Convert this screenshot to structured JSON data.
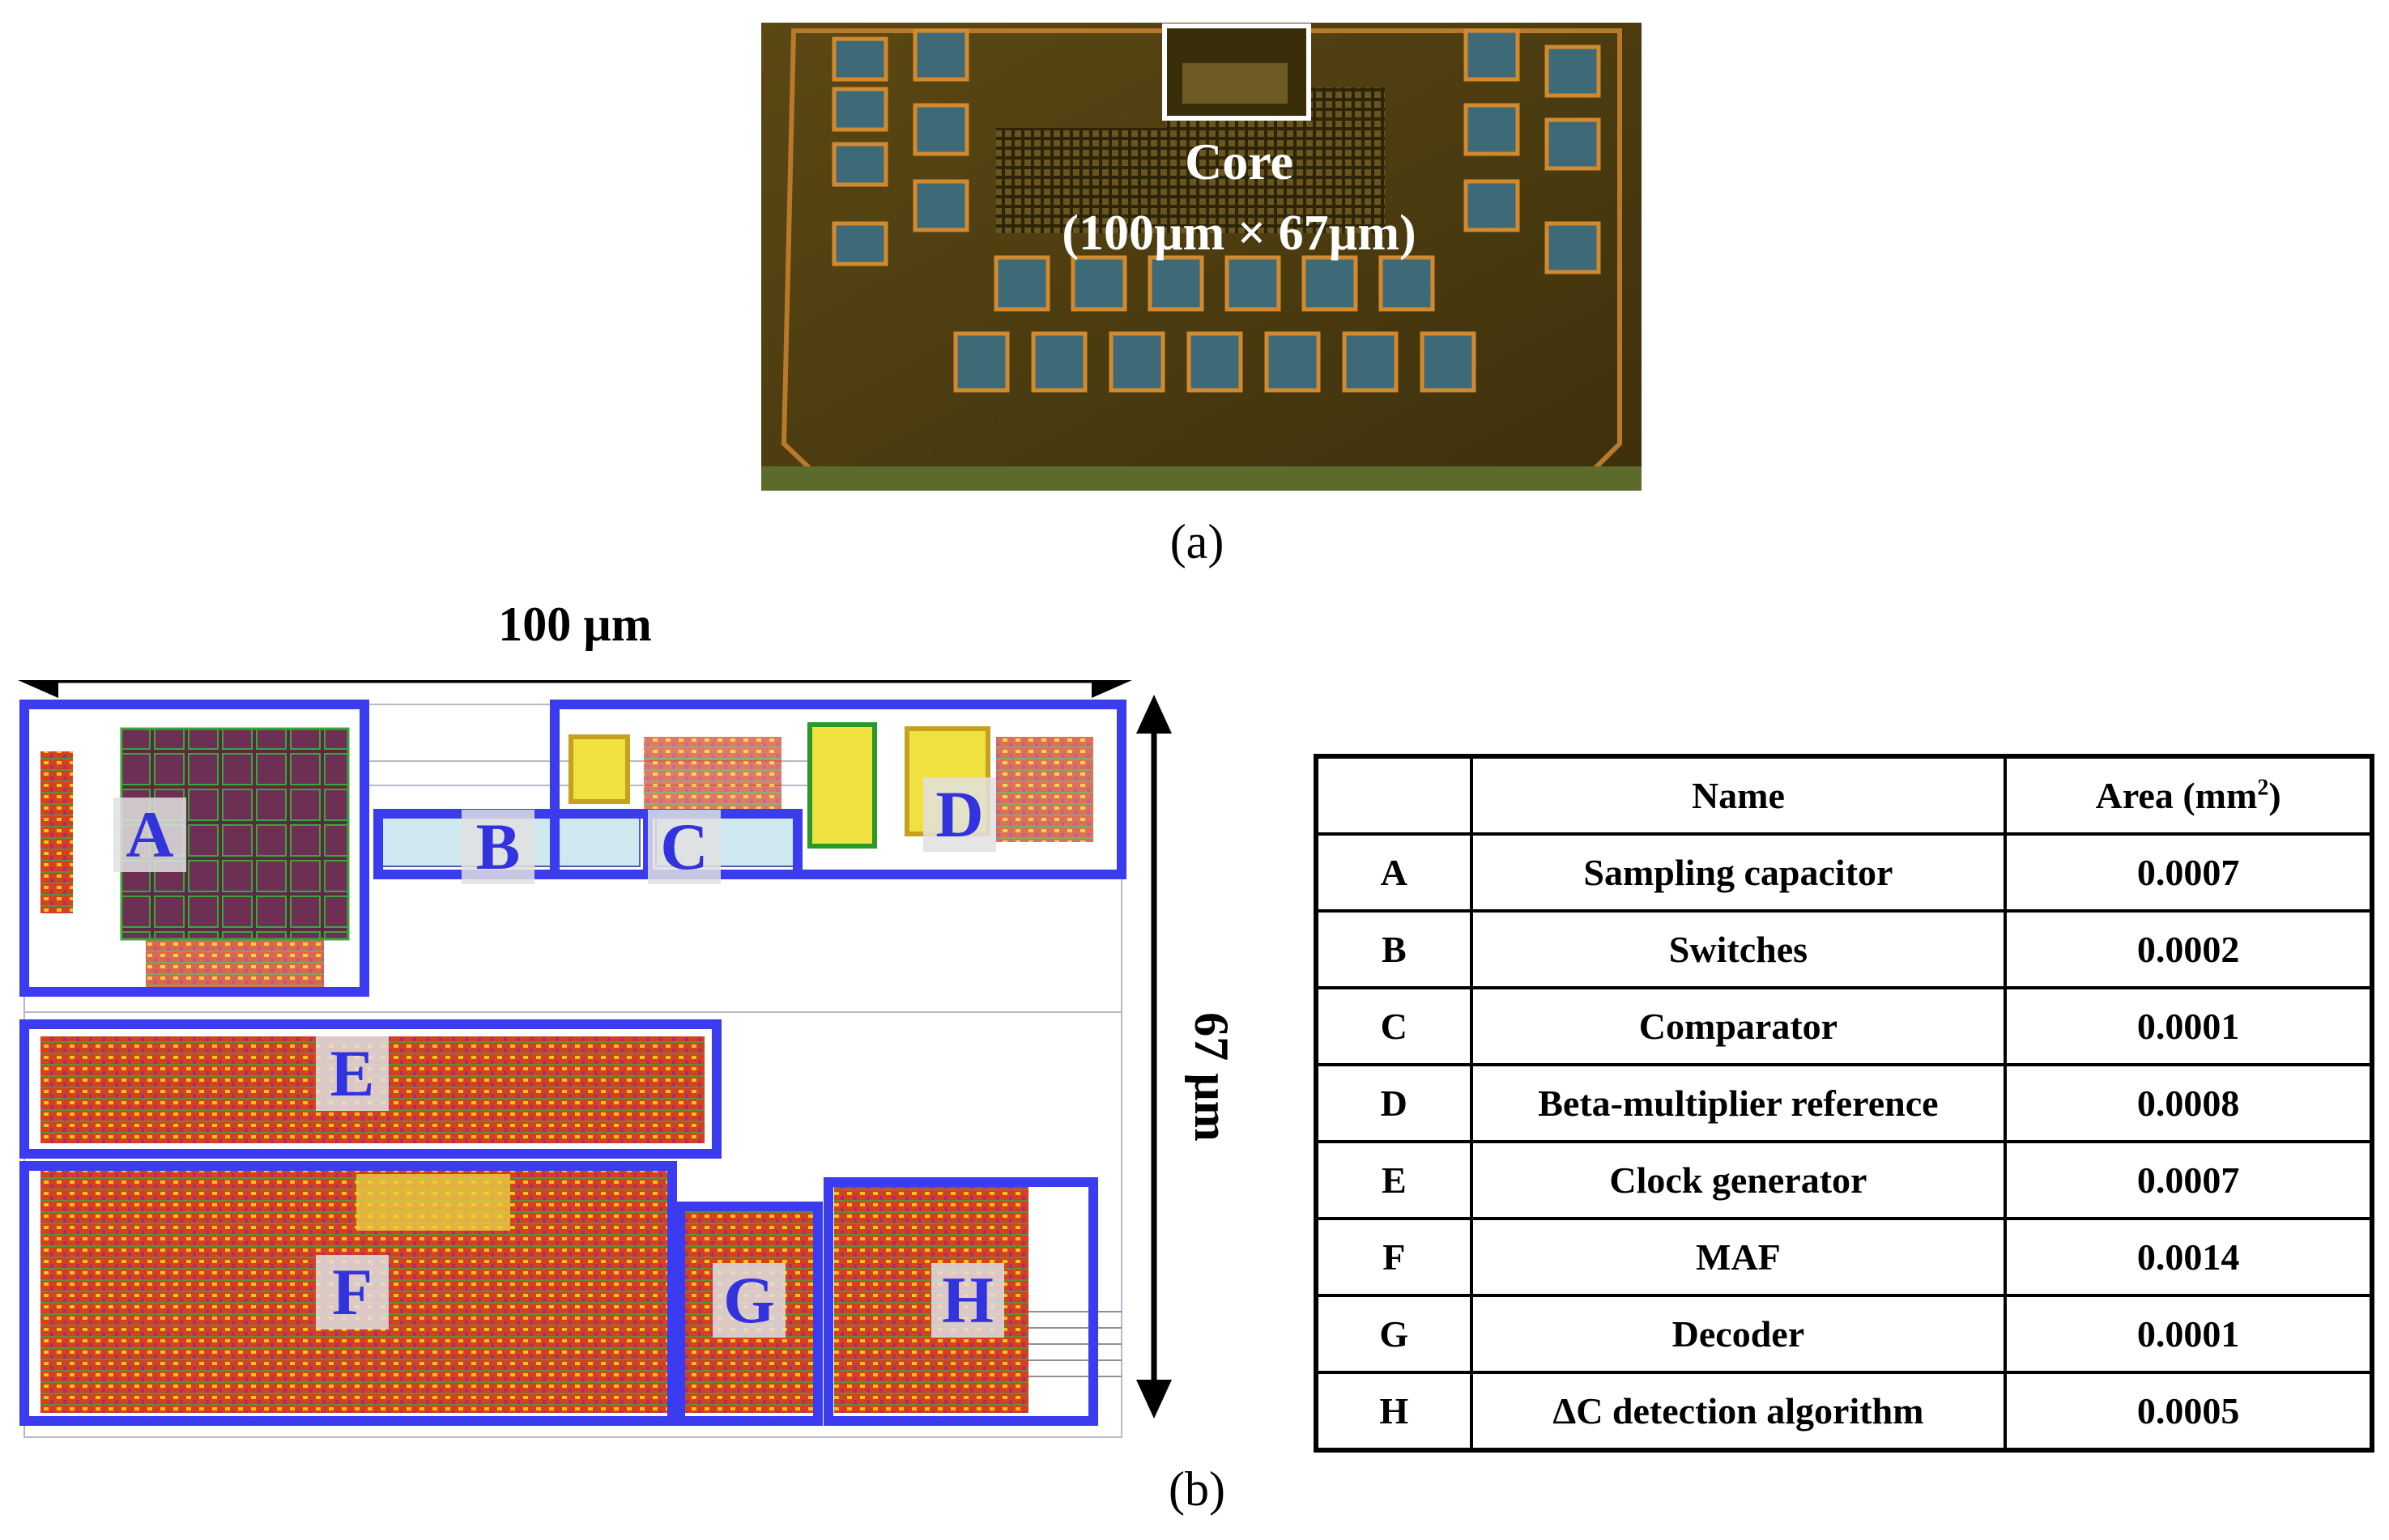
{
  "panel_a": {
    "core_label": "Core",
    "core_size": "(100µm × 67µm)",
    "caption": "(a)"
  },
  "panel_b": {
    "caption": "(b)",
    "width_label": "100 µm",
    "height_label": "67 µm",
    "block_labels": [
      "A",
      "B",
      "C",
      "D",
      "E",
      "F",
      "G",
      "H"
    ]
  },
  "table": {
    "headers": {
      "id": "",
      "name": "Name",
      "area": "Area (mm",
      "area_sup": "2",
      "area_close": ")"
    },
    "rows": [
      {
        "id": "A",
        "name": "Sampling capacitor",
        "area": "0.0007"
      },
      {
        "id": "B",
        "name": "Switches",
        "area": "0.0002"
      },
      {
        "id": "C",
        "name": "Comparator",
        "area": "0.0001"
      },
      {
        "id": "D",
        "name": "Beta-multiplier reference",
        "area": "0.0008"
      },
      {
        "id": "E",
        "name": "Clock generator",
        "area": "0.0007"
      },
      {
        "id": "F",
        "name": "MAF",
        "area": "0.0014"
      },
      {
        "id": "G",
        "name": "Decoder",
        "area": "0.0001"
      },
      {
        "id": "H",
        "name": "ΔC detection algorithm",
        "area": "0.0005"
      }
    ]
  },
  "colors": {
    "block_outline": "#3b3bf0",
    "block_text": "#3333dd",
    "die_bg": "#4a3a12"
  }
}
